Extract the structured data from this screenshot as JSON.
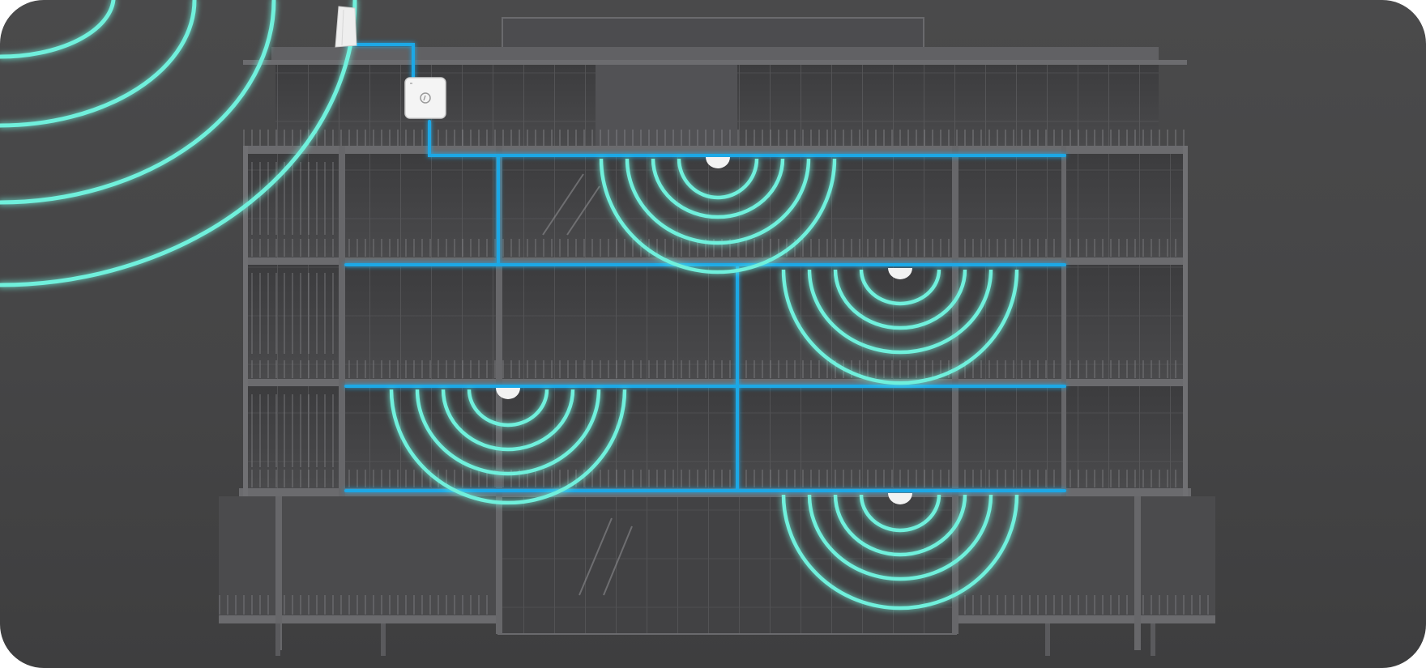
{
  "colors": {
    "background": "#454546",
    "building_frame": "#5f5f61",
    "building_glass": "#3a3a3c",
    "ethernet_cable": "#1aa8e6",
    "wifi_wave": "#6ff0dc",
    "device_white": "#f2f2f2"
  },
  "scene": {
    "floors": 5,
    "access_points": 4,
    "devices": [
      "outdoor-access-point",
      "poe-switch"
    ],
    "icons": [
      "access-point-icon",
      "wifi-waves-icon",
      "ethernet-cable-icon",
      "building-icon"
    ]
  }
}
